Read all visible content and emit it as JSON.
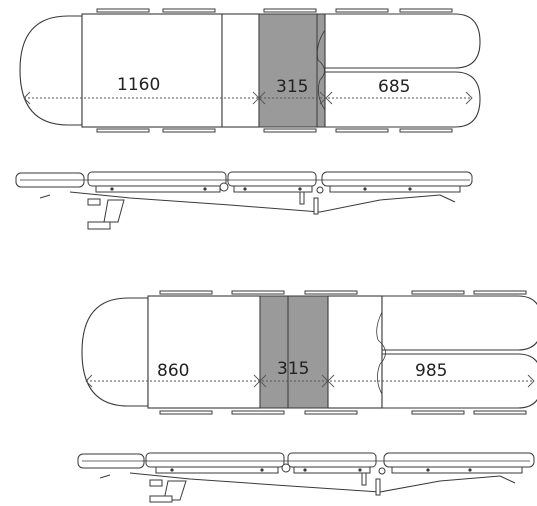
{
  "top_view_1": {
    "labels": [
      "1160",
      "315",
      "685"
    ],
    "colors": {
      "gray_segment": "#9a9a9a",
      "outline": "#3a3a3a"
    }
  },
  "top_view_2": {
    "labels": [
      "860",
      "315",
      "985"
    ],
    "colors": {
      "gray_segment": "#9a9a9a",
      "outline": "#3a3a3a"
    }
  }
}
